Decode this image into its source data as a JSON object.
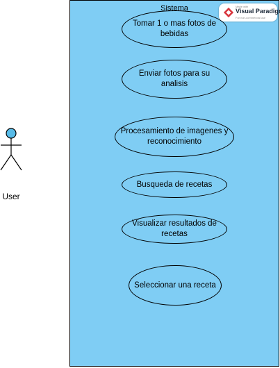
{
  "system": {
    "label": "Sistema"
  },
  "actor": {
    "label": "User",
    "head_color": "#57bbe8"
  },
  "use_cases": [
    {
      "label": "Tomar 1 o mas fotos de bebidas"
    },
    {
      "label": "Enviar fotos para su analisis"
    },
    {
      "label": "Procesamiento de imagenes y reconocimiento"
    },
    {
      "label": "Busqueda de recetas"
    },
    {
      "label": "Visualizar resultados de recetas"
    },
    {
      "label": "Seleccionar una receta"
    }
  ],
  "watermark": {
    "small_text": "Made with",
    "brand": "Visual Paradigm",
    "url": "For non-commercial use"
  },
  "colors": {
    "system_fill": "#7fcdf4",
    "stroke": "#000000",
    "logo_red": "#d9363e"
  }
}
